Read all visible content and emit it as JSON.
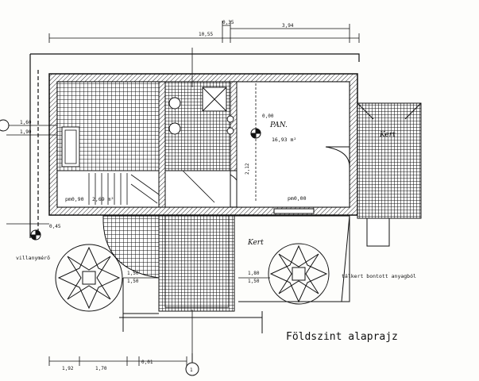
{
  "title": "Földszint alaprajz",
  "dimensions": {
    "top_total": "10,55",
    "top_small": "0,35",
    "top_right": "3,94",
    "left_upper_a": "1,60",
    "left_upper_b": "1,90",
    "left_lower": "0,45",
    "mid_a": "1,50",
    "mid_b": "1,50",
    "mid_c": "1,80",
    "mid_d": "1,50",
    "bottom_a": "1,92",
    "bottom_b": "1,70",
    "bottom_c": "0,01",
    "room_height": "2,12",
    "level_top": "0,00",
    "level_mid": "0,00"
  },
  "labels": {
    "room_area": "16,93 m²",
    "room_name": "PAN.",
    "room_level": "pm0,00",
    "hall_level": "pm0,90",
    "hall_area": "2,69 m²",
    "meter": "villanymérő",
    "garden_note": "tálkert bontott anyagból",
    "kert": "Kert",
    "side": "Kert",
    "section": "1"
  }
}
